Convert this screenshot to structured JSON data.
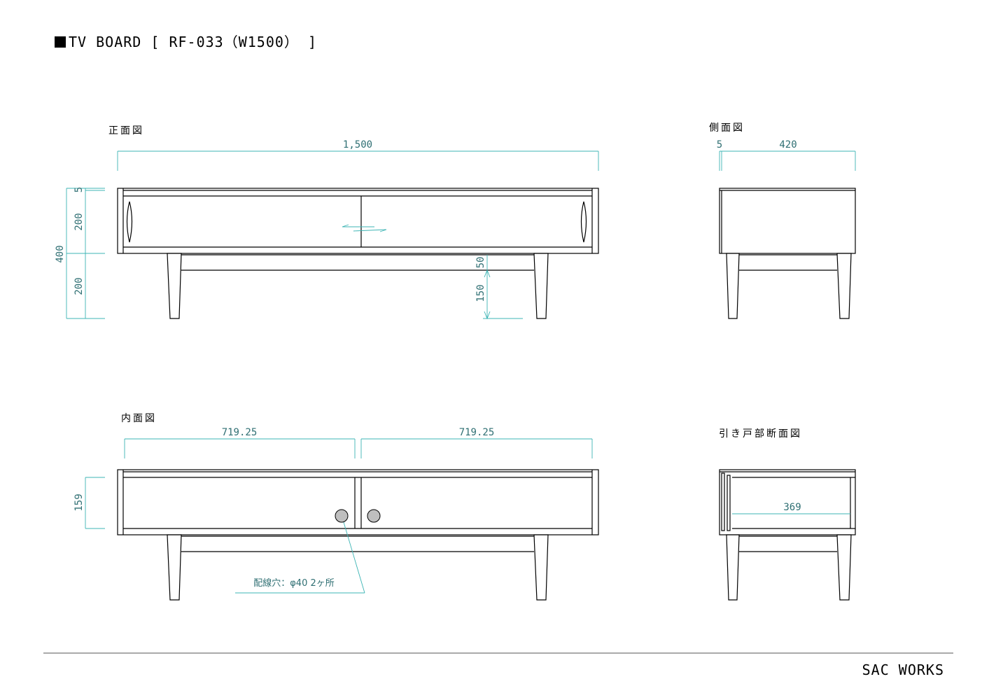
{
  "title": "TV BOARD [ RF-033（W1500） ]",
  "views": {
    "front": "正面図",
    "side": "側面図",
    "interior": "内面図",
    "sliding_door_section": "引き戸部断面図"
  },
  "dimensions": {
    "front_width": "1,500",
    "front_top_thickness": "5",
    "front_body_height": "200",
    "total_height": "400",
    "leg_height": "200",
    "stretcher_offset": "50",
    "stretcher_height": "150",
    "side_thickness": "5",
    "side_depth": "420",
    "interior_left_width": "719.25",
    "interior_right_width": "719.25",
    "interior_height": "159",
    "section_inner_depth": "369"
  },
  "notes": {
    "wiring_hole": "配線穴：φ40 2ヶ所"
  },
  "footer": "SAC WORKS",
  "colors": {
    "line": "#000000",
    "dimension": "#3cb4b4",
    "dim_text": "#2f6f73",
    "hole_fill": "#bfbfbf"
  }
}
